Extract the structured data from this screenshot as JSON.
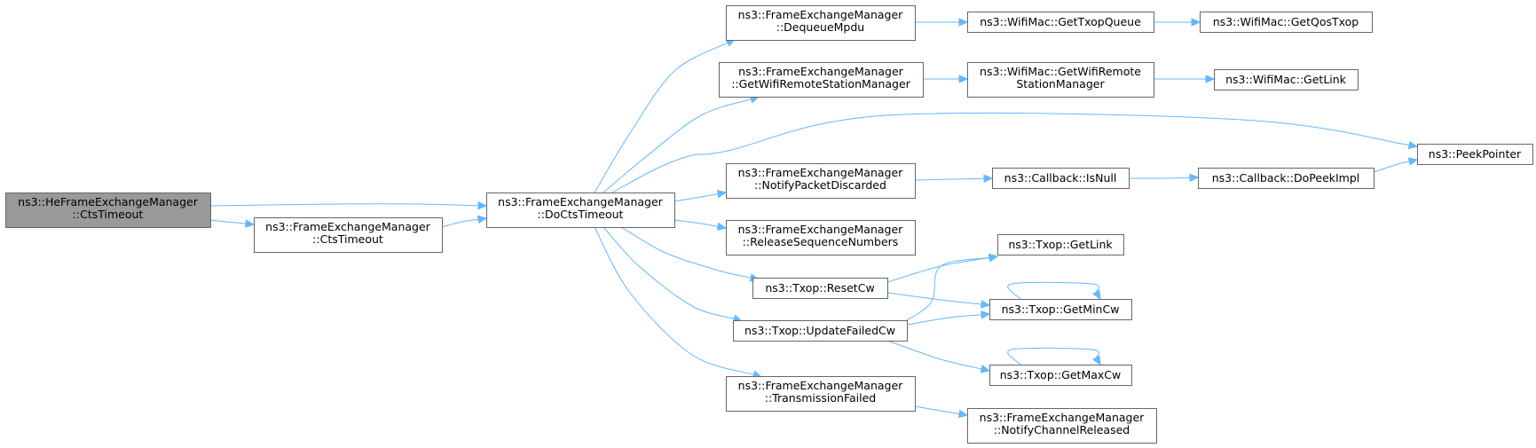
{
  "nodes": {
    "he_cts": {
      "lines": [
        "ns3::HeFrameExchangeManager",
        "::CtsTimeout"
      ],
      "root": true
    },
    "fem_cts": {
      "lines": [
        "ns3::FrameExchangeManager",
        "::CtsTimeout"
      ]
    },
    "docts": {
      "lines": [
        "ns3::FrameExchangeManager",
        "::DoCtsTimeout"
      ]
    },
    "dequeue": {
      "lines": [
        "ns3::FrameExchangeManager",
        "::DequeueMpdu"
      ]
    },
    "getwrsm": {
      "lines": [
        "ns3::FrameExchangeManager",
        "::GetWifiRemoteStationManager"
      ]
    },
    "notifypd": {
      "lines": [
        "ns3::FrameExchangeManager",
        "::NotifyPacketDiscarded"
      ]
    },
    "relseq": {
      "lines": [
        "ns3::FrameExchangeManager",
        "::ReleaseSequenceNumbers"
      ]
    },
    "resetcw": {
      "lines": [
        "ns3::Txop::ResetCw"
      ]
    },
    "updfcw": {
      "lines": [
        "ns3::Txop::UpdateFailedCw"
      ]
    },
    "txfail": {
      "lines": [
        "ns3::FrameExchangeManager",
        "::TransmissionFailed"
      ]
    },
    "gettxopq": {
      "lines": [
        "ns3::WifiMac::GetTxopQueue"
      ]
    },
    "macwrsm": {
      "lines": [
        "ns3::WifiMac::GetWifiRemote",
        "StationManager"
      ]
    },
    "peek": {
      "lines": [
        "ns3::PeekPointer"
      ]
    },
    "isnull": {
      "lines": [
        "ns3::Callback::IsNull"
      ]
    },
    "getlink": {
      "lines": [
        "ns3::Txop::GetLink"
      ]
    },
    "getmin": {
      "lines": [
        "ns3::Txop::GetMinCw"
      ]
    },
    "getmax": {
      "lines": [
        "ns3::Txop::GetMaxCw"
      ]
    },
    "notifych": {
      "lines": [
        "ns3::FrameExchangeManager",
        "::NotifyChannelReleased"
      ]
    },
    "getqos": {
      "lines": [
        "ns3::WifiMac::GetQosTxop"
      ]
    },
    "maclink": {
      "lines": [
        "ns3::WifiMac::GetLink"
      ]
    },
    "dopeek": {
      "lines": [
        "ns3::Callback::DoPeekImpl"
      ]
    }
  },
  "edges": [
    [
      "he_cts",
      "docts"
    ],
    [
      "he_cts",
      "fem_cts"
    ],
    [
      "fem_cts",
      "docts"
    ],
    [
      "docts",
      "dequeue"
    ],
    [
      "docts",
      "getwrsm"
    ],
    [
      "docts",
      "peek"
    ],
    [
      "docts",
      "notifypd"
    ],
    [
      "docts",
      "relseq"
    ],
    [
      "docts",
      "resetcw"
    ],
    [
      "docts",
      "updfcw"
    ],
    [
      "docts",
      "txfail"
    ],
    [
      "dequeue",
      "gettxopq"
    ],
    [
      "gettxopq",
      "getqos"
    ],
    [
      "getwrsm",
      "macwrsm"
    ],
    [
      "macwrsm",
      "maclink"
    ],
    [
      "notifypd",
      "isnull"
    ],
    [
      "isnull",
      "dopeek"
    ],
    [
      "dopeek",
      "peek"
    ],
    [
      "resetcw",
      "getlink"
    ],
    [
      "resetcw",
      "getmin"
    ],
    [
      "updfcw",
      "getlink"
    ],
    [
      "updfcw",
      "getmin"
    ],
    [
      "updfcw",
      "getmax"
    ],
    [
      "getmin",
      "getmin"
    ],
    [
      "getmax",
      "getmax"
    ],
    [
      "txfail",
      "notifych"
    ]
  ],
  "colors": {
    "edge": "#63b8ff",
    "root_fill": "#999999",
    "node_border": "#666666"
  }
}
